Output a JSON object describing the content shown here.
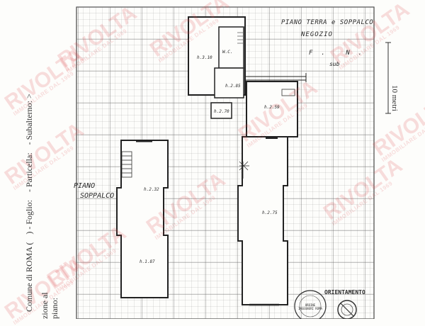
{
  "header": {
    "title_line1": "PIANO TERRA e SOPPALCO",
    "title_line2": "NEGOZIO",
    "fn": "F. N.",
    "sub": "sub"
  },
  "side_text": {
    "comune": "Comune di ROMA (",
    "foglio": ") - Foglio:",
    "particella": "- Particella:",
    "subalterno": "- Subalterno: >",
    "line2_a": "zione al",
    "line2_b": "piano:"
  },
  "scale": {
    "label": "10 metri"
  },
  "floor_labels": {
    "piano": "PIANO",
    "soppalco": "SOPPALCO",
    "wc": "W.C.",
    "h310": "h.3.10",
    "h285": "h.2.85",
    "h270": "h.2.70",
    "h259": "h.2.59",
    "h232": "h.2.32",
    "h187": "h.1.87",
    "h275": "h.2.75"
  },
  "orientation": {
    "label": "ORIENTAMENTO",
    "stamp": "ORDINE INGEGNERI ROMA"
  },
  "watermark": {
    "brand": "RIVOLTA",
    "tagline": "IMMOBILIARE DAL 1969"
  }
}
